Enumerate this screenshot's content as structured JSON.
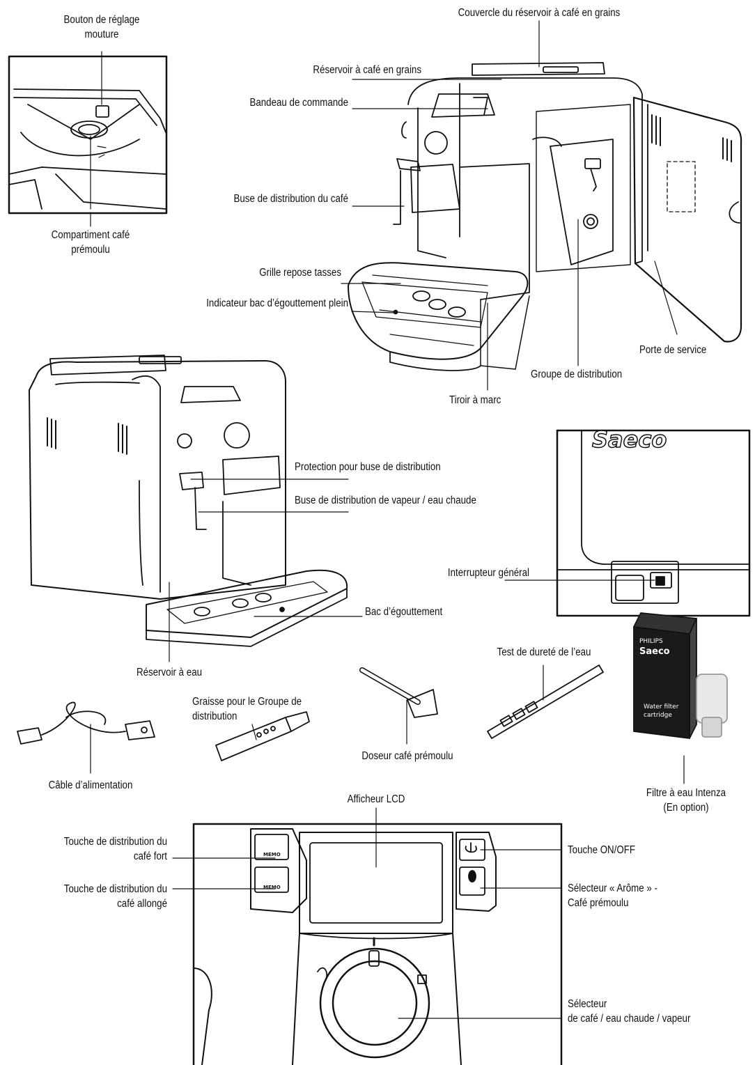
{
  "labels": {
    "grind_knob": [
      "Bouton de réglage",
      "mouture"
    ],
    "precompartment": [
      "Compartiment café",
      "prémoulu"
    ],
    "bean_lid": "Couvercle du réservoir à café en grains",
    "bean_hopper": "Réservoir à café en grains",
    "control_panel": "Bandeau de commande",
    "coffee_spout": "Buse de distribution du café",
    "cup_grid": "Grille repose tasses",
    "drip_indicator": "Indicateur bac d’égouttement plein",
    "service_door": "Porte de service",
    "brew_group": "Groupe de distribution",
    "grounds_drawer": "Tiroir à marc",
    "spout_guard": "Protection pour buse de distribution",
    "steam_wand": "Buse de distribution de vapeur / eau chaude",
    "main_switch": "Interrupteur général",
    "drip_tray": "Bac d’égouttement",
    "water_tank": "Réservoir à eau",
    "water_test": "Test de dureté de l’eau",
    "grease": [
      "Graisse pour le Groupe de",
      "distribution"
    ],
    "power_cable": "Câble d’alimentation",
    "scoop": "Doseur café prémoulu",
    "intenza": [
      "Filtre à eau Intenza",
      "(En option)"
    ],
    "lcd": "Afficheur LCD",
    "strong_btn": [
      "Touche de distribution du",
      "café fort"
    ],
    "long_btn": [
      "Touche de distribution du",
      "café allongé"
    ],
    "onoff_btn": "Touche ON/OFF",
    "aroma_btn": [
      "Sélecteur « Arôme » -",
      "Café prémoulu"
    ],
    "dial": [
      "Sélecteur",
      "de café / eau chaude / vapeur"
    ]
  },
  "brand": "Saeco",
  "package": {
    "maker": "PHILIPS",
    "brand": "Saeco",
    "line1": "Water filter",
    "line2": "cartridge"
  },
  "memo": "MEMO",
  "colors": {
    "ink": "#111111",
    "paper": "#ffffff",
    "shade": "#d9d9d9"
  }
}
